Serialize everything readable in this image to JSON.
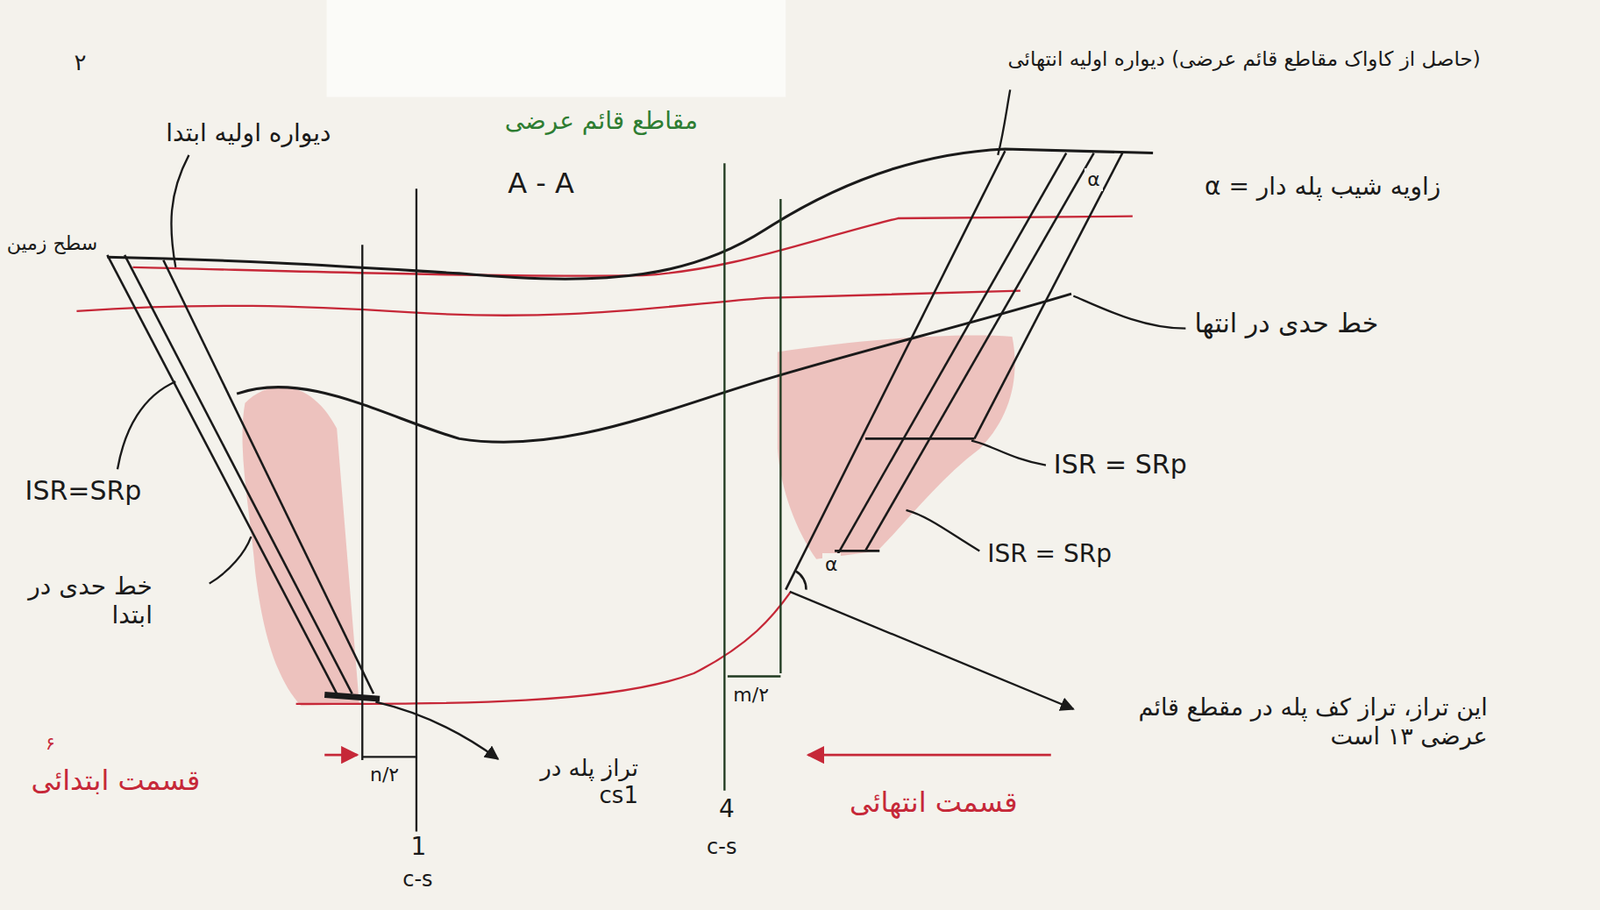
{
  "diagram": {
    "labels": [
      "۲",
      "دیواره اولیه ابتدا",
      "سطح زمین",
      "مقاطع قائم عرضی",
      "A - A",
      "(حاصل از کاواک مقاطع قائم عرضی) دیواره اولیه انتهائی",
      "α = زاویه شیب پله دار",
      "خط حدی در انتها",
      "ISR = SRp",
      "ISR = SRp",
      "ISR=SRp",
      "خط حدی در ابتدا",
      "قسمت ابتدائی",
      "۶",
      "n/۲",
      "m/۲",
      "تراز پله در cs1",
      "1",
      "c-s",
      "4",
      "c-s",
      "این تراز، تراز کف پله در مقطع قائم عرضی ۱۳ است",
      "قسمت انتهائی",
      "α",
      "α"
    ]
  }
}
